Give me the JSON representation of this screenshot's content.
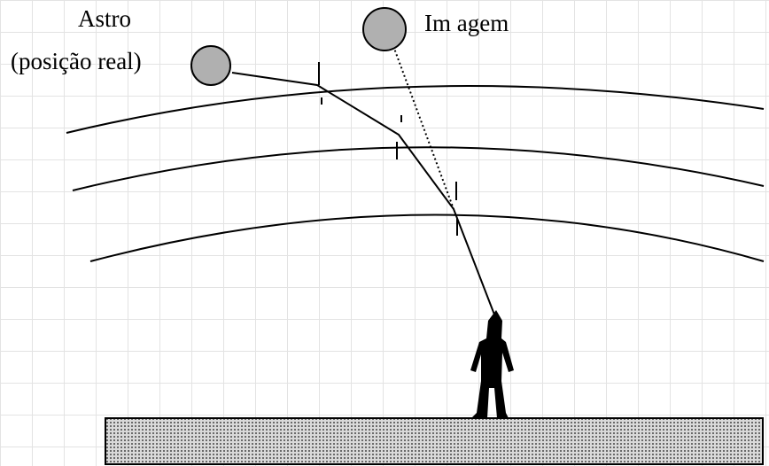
{
  "labels": {
    "star_title": "Astro",
    "star_subtitle": "(posição real)",
    "image_label": "Im agem"
  },
  "colors": {
    "background": "#ffffff",
    "grid": "#e3e3e3",
    "line": "#000000",
    "star_fill": "#b0b0b0",
    "ground_fill": "#9a9a9a",
    "observer": "#000000"
  }
}
